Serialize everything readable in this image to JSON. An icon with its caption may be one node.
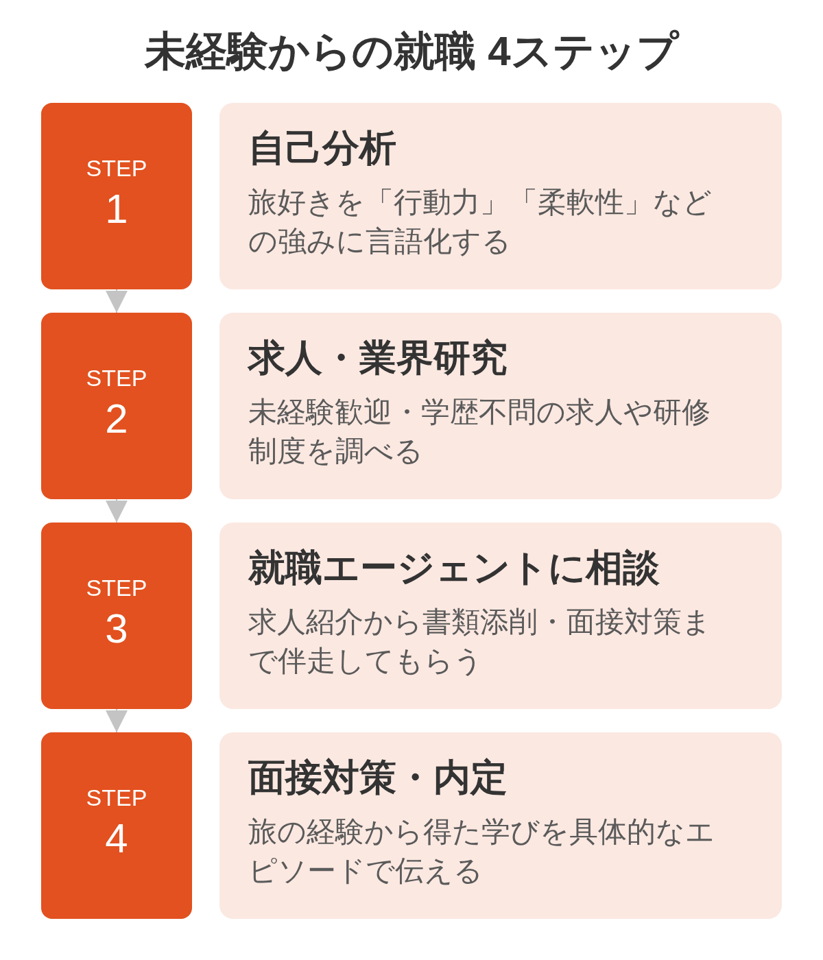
{
  "diagram": {
    "title": "未経験からの就職 4ステップ",
    "nodes": [
      {
        "text": [
          "STEP",
          "1"
        ]
      },
      {
        "text": [
          "自己分析",
          "旅好きを「行動力」「柔軟性」などの強みに言語化する"
        ]
      },
      {
        "text": [
          "STEP",
          "2"
        ]
      },
      {
        "text": [
          "求人・業界研究",
          "未経験歓迎・学歴不問の求人や研修制度を調べる"
        ]
      },
      {
        "text": [
          "STEP",
          "3"
        ]
      },
      {
        "text": [
          "就職エージェントに相談",
          "求人紹介から書類添削・面接対策まで伴走してもらう"
        ]
      },
      {
        "text": [
          "STEP",
          "4"
        ]
      },
      {
        "text": [
          "面接対策・内定",
          "旅の経験から得た学びを具体的なエピソードで伝える"
        ]
      }
    ],
    "edges": [
      {
        "from": 0,
        "to": 2,
        "arrow": "to"
      },
      {
        "from": 2,
        "to": 4,
        "arrow": "to"
      },
      {
        "from": 4,
        "to": 6,
        "arrow": "to"
      }
    ]
  }
}
